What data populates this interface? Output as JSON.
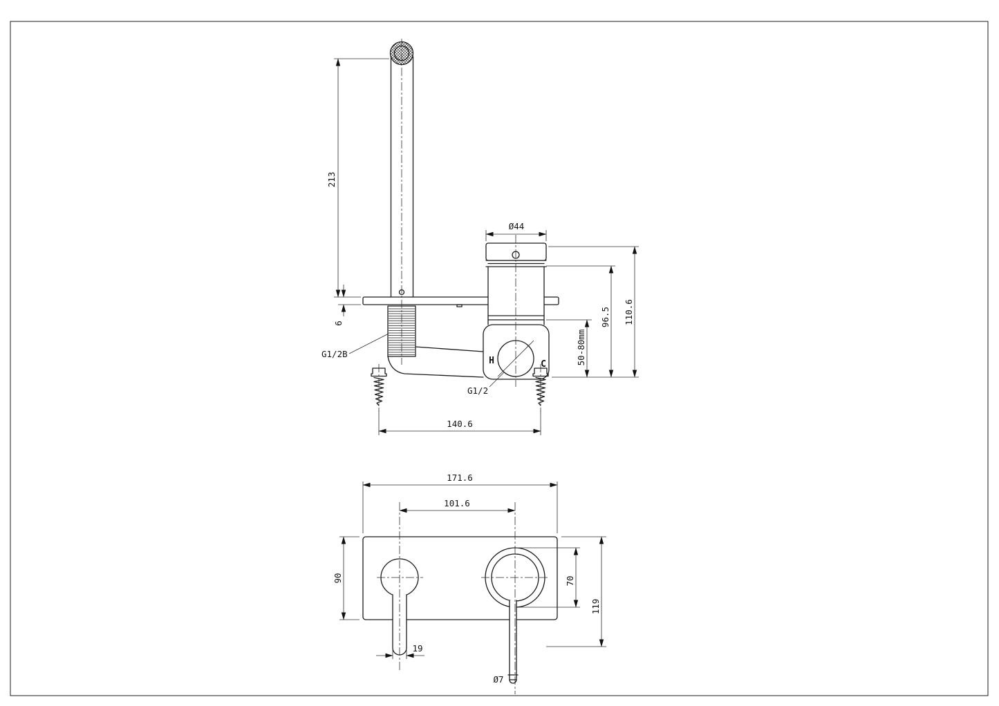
{
  "side_view": {
    "dims": {
      "spout_height": "213",
      "plate_thickness": "6",
      "cartridge_diameter": "Ø44",
      "overall_height": "110.6",
      "body_height": "96.5",
      "wall_depth_range": "50-80mm",
      "screw_spacing": "140.6"
    },
    "labels": {
      "inlet_thread": "G1/2B",
      "outlet_thread": "G1/2",
      "hot": "H",
      "cold": "C"
    }
  },
  "front_view": {
    "dims": {
      "plate_width": "171.6",
      "hole_center_distance": "101.6",
      "plate_height": "90",
      "handle_diameter": "70",
      "overall_height": "119",
      "spout_stem_width": "19",
      "lever_diameter": "Ø7"
    }
  }
}
